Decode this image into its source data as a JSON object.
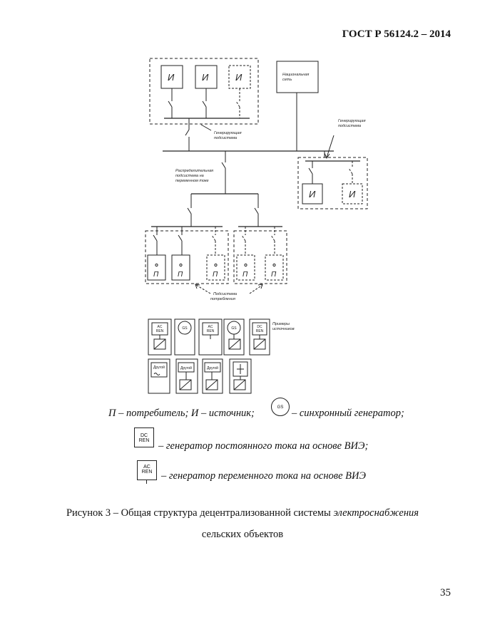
{
  "header": {
    "standard_code": "ГОСТ Р 56124.2  – 2014"
  },
  "diagram": {
    "source_label": "И",
    "consumer_label": "П",
    "national_grid": [
      "Национальная",
      "сеть"
    ],
    "generating_subsystem": [
      "Генерирующая",
      "подсистема"
    ],
    "distribution_subsystem": [
      "Распределительная",
      "подсистема на",
      "переменном токе"
    ],
    "consumption_subsystem": [
      "Подсистема",
      "потребления"
    ],
    "source_examples": [
      "Примеры",
      "источников"
    ],
    "ac_ren": [
      "AC",
      "REN"
    ],
    "dc_ren": [
      "DC",
      "REN"
    ],
    "gs": "GS",
    "other": "Другой"
  },
  "legend": {
    "line1_a": "П – потребитель; И – источник;",
    "line1_b": "– синхронный генератор;",
    "gs_symbol": "GS",
    "dc_symbol": [
      "DC",
      "REN"
    ],
    "line2": "– генератор постоянного тока на основе ВИЭ;",
    "ac_symbol": [
      "AC",
      "REN"
    ],
    "line3": "– генератор переменного тока на основе ВИЭ"
  },
  "caption": {
    "line1_normal": "Рисунок 3 – Общая структура децентрализованной системы ",
    "line1_italic": "электроснабжения",
    "line2": "сельских объектов"
  },
  "page_number": "35"
}
